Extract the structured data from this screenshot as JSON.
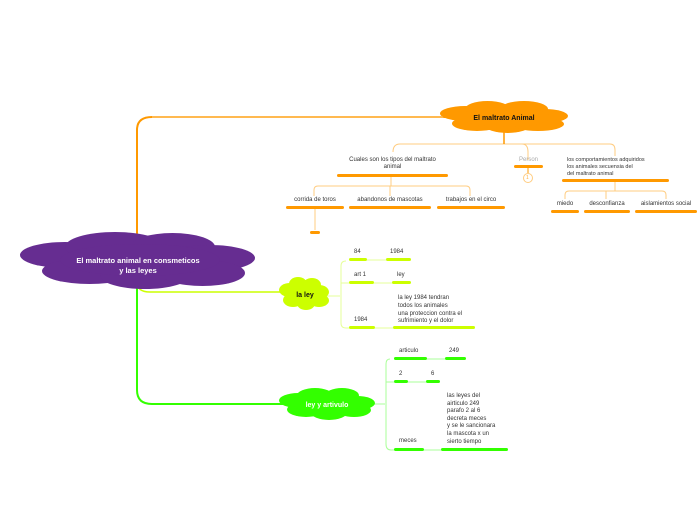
{
  "central": {
    "title_line1": "El maltrato animal  en consmeticos",
    "title_line2": "y las leyes",
    "color": "#662d91"
  },
  "branch_maltrato": {
    "title": "El maltrato Animal",
    "color": "#ff9900",
    "tipos": {
      "label": "Cuales son los tipos del maltrato\nanimal",
      "children": [
        "corrida de toros",
        "abandonos de mascotas",
        "trabajos en el circo"
      ]
    },
    "person": {
      "label": "Person",
      "count": "1"
    },
    "comportamientos": {
      "label": "los comportamientos adquiridos\n            los animales secuensia del\n                 del maltrato animal",
      "children": [
        "miedo",
        "desconfianza",
        "aislamientos social"
      ]
    }
  },
  "branch_ley": {
    "title": "la ley",
    "color": "#ccff00",
    "rows": [
      {
        "a": "84",
        "b": "1984"
      },
      {
        "a": "art 1",
        "b": "ley"
      },
      {
        "a": "1984",
        "b": "la ley 1984 tendran\ntodos los animales\nuna proteccion contra el\nsufrimiento y el dolor"
      }
    ]
  },
  "branch_articulo": {
    "title": "ley y artivulo",
    "color": "#33ff00",
    "rows": [
      {
        "a": "articulo",
        "b": "249"
      },
      {
        "a": "2",
        "b": "6"
      },
      {
        "a": "meces",
        "b": "las leyes del\nairticulo 249\nparafo 2 al 6\ndecreta meces\ny se le sancionara\nla mascota x un\nsierto tiempo"
      }
    ]
  }
}
